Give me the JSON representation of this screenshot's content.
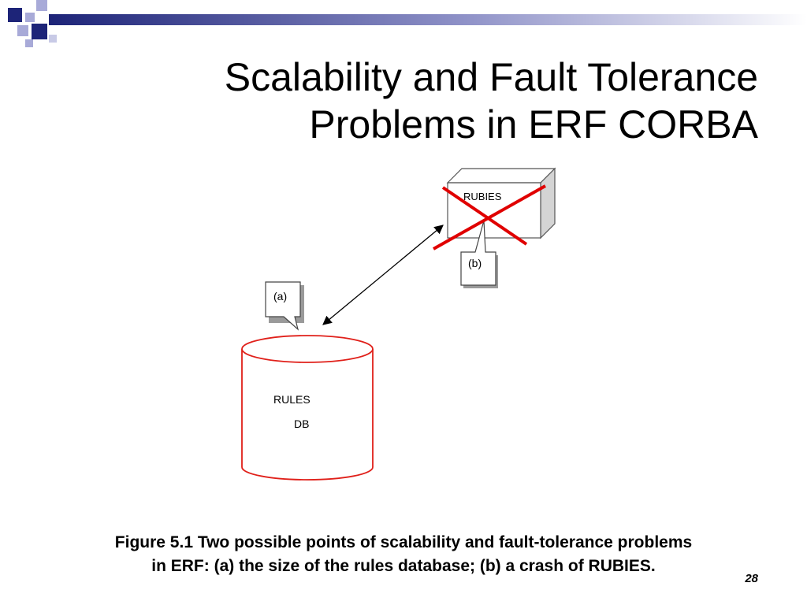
{
  "slide": {
    "title_line1": "Scalability and Fault Tolerance",
    "title_line2": "Problems in ERF CORBA",
    "caption_line1": "Figure 5.1 Two possible points of scalability and fault-tolerance problems",
    "caption_line2": "in ERF: (a) the size of the rules database; (b) a crash of RUBIES.",
    "page_number": "28"
  },
  "diagram": {
    "server_label": "RUBIES",
    "callout_a": "(a)",
    "callout_b": "(b)",
    "db_label_line1": "RULES",
    "db_label_line2": "DB"
  },
  "colors": {
    "accent_navy": "#1d2478",
    "accent_lavender": "#a8aad8",
    "db_red": "#e0201a",
    "cross_red": "#e00000"
  }
}
